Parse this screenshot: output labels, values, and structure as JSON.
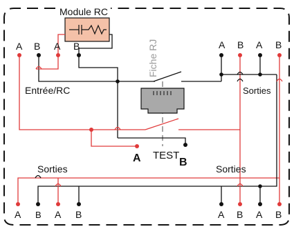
{
  "module_rc_label": "Module RC",
  "fiche_rj_label": "Fiche RJ",
  "entree_rc_label": "Entrée/RC",
  "sorties_right_label": "Sorties",
  "sorties_bottom_left_label": "Sorties",
  "sorties_bottom_right_label": "Sorties",
  "test_label": "TEST",
  "test_a_label": "A",
  "test_b_label": "B",
  "top_left_terminals": [
    "A",
    "B",
    "A",
    "B"
  ],
  "top_right_terminals": [
    "A",
    "B",
    "A",
    "B"
  ],
  "bottom_left_terminals": [
    "A",
    "B",
    "A",
    "B"
  ],
  "bottom_right_terminals": [
    "A",
    "B",
    "A",
    "B"
  ],
  "colors": {
    "red_wire": "#e03a3a",
    "black_wire": "#111111",
    "module_fill": "#f4c1a8",
    "jack_fill": "#a9a9a9"
  }
}
